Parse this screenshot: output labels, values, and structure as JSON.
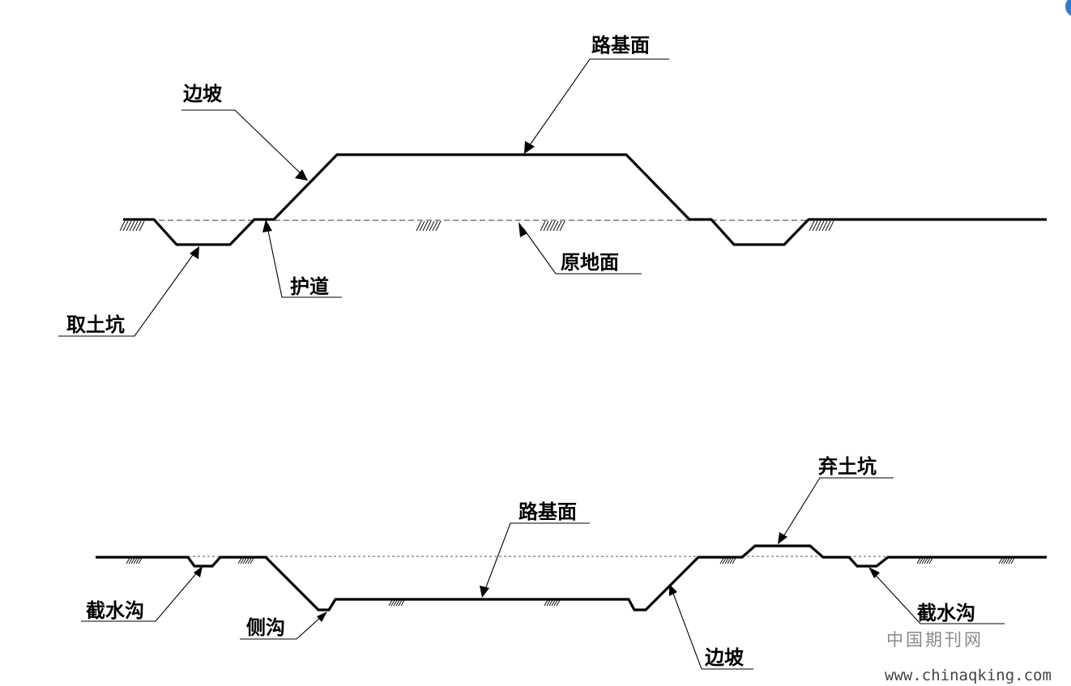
{
  "top_section": {
    "roadbed_surface_label": "路基面",
    "side_slope_label": "边坡",
    "berm_label": "护道",
    "borrow_pit_label": "取土坑",
    "original_ground_label": "原地面"
  },
  "bottom_section": {
    "roadbed_surface_label": "路基面",
    "spoil_bank_label": "弃土坑",
    "intercept_ditch_left_label": "截水沟",
    "intercept_ditch_right_label": "截水沟",
    "side_ditch_label": "侧沟",
    "side_slope_label": "边坡"
  },
  "watermark": {
    "name": "中国期刊网",
    "url": "www.chinaqking.com",
    "badge_color": "#2a7bd4"
  }
}
